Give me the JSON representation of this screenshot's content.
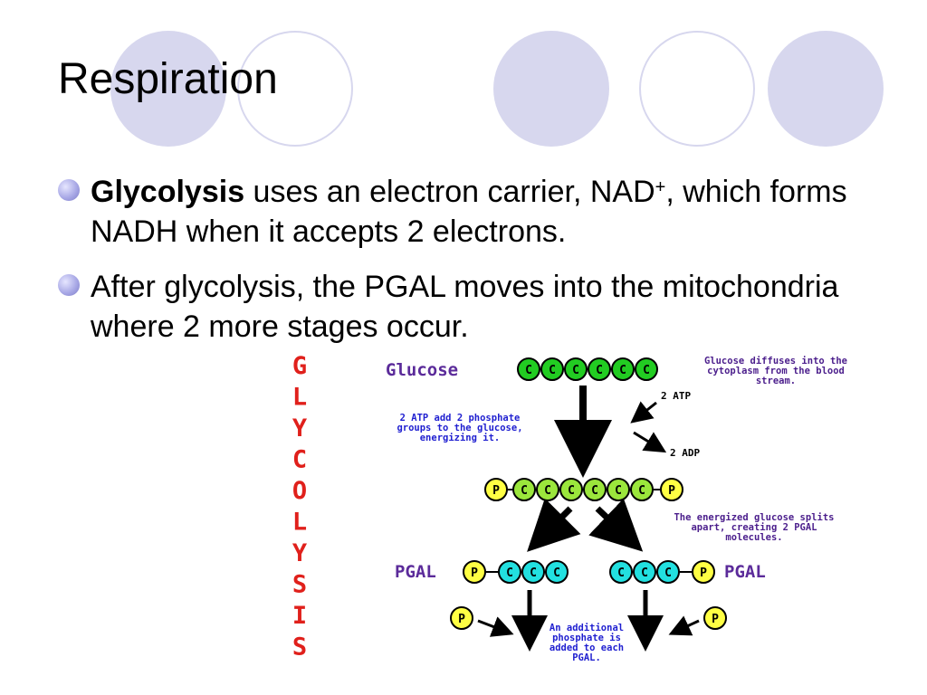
{
  "slide": {
    "title": "Respiration",
    "bullets": [
      {
        "bold": "Glycolysis",
        "text_a": " uses an electron carrier, NAD",
        "sup": "+",
        "text_b": ", which forms NADH when it accepts 2 electrons."
      },
      {
        "text": "After glycolysis, the PGAL moves into the mitochondria where 2 more stages occur."
      }
    ]
  },
  "diagram": {
    "vertical_title": [
      "G",
      "L",
      "Y",
      "C",
      "O",
      "L",
      "Y",
      "S",
      "I",
      "S"
    ],
    "glucose_label": "Glucose",
    "carbon": "C",
    "phosphate": "P",
    "glucose_note": [
      "Glucose diffuses into the",
      "cytoplasm from the blood",
      "stream."
    ],
    "atp_in": "2 ATP",
    "adp_out": "2 ADP",
    "atp_note": [
      "2 ATP add 2 phosphate",
      "groups to the glucose,",
      "energizing it."
    ],
    "split_note": [
      "The energized glucose splits",
      "apart, creating 2 PGAL",
      "molecules."
    ],
    "pgal_left": "PGAL",
    "pgal_right": "PGAL",
    "phosphate_note": [
      "An additional",
      "phosphate is",
      "added to each",
      "PGAL."
    ],
    "colors": {
      "vertical_title": "#e0201b",
      "label": "#5b2b9a",
      "note_blue": "#1f1fd0",
      "note_purple": "#4b1e8c",
      "carbon_green": "#22cc22",
      "carbon_lime": "#9be63c",
      "carbon_cyan": "#22e0e0",
      "phosphate_yellow": "#ffff44"
    }
  }
}
